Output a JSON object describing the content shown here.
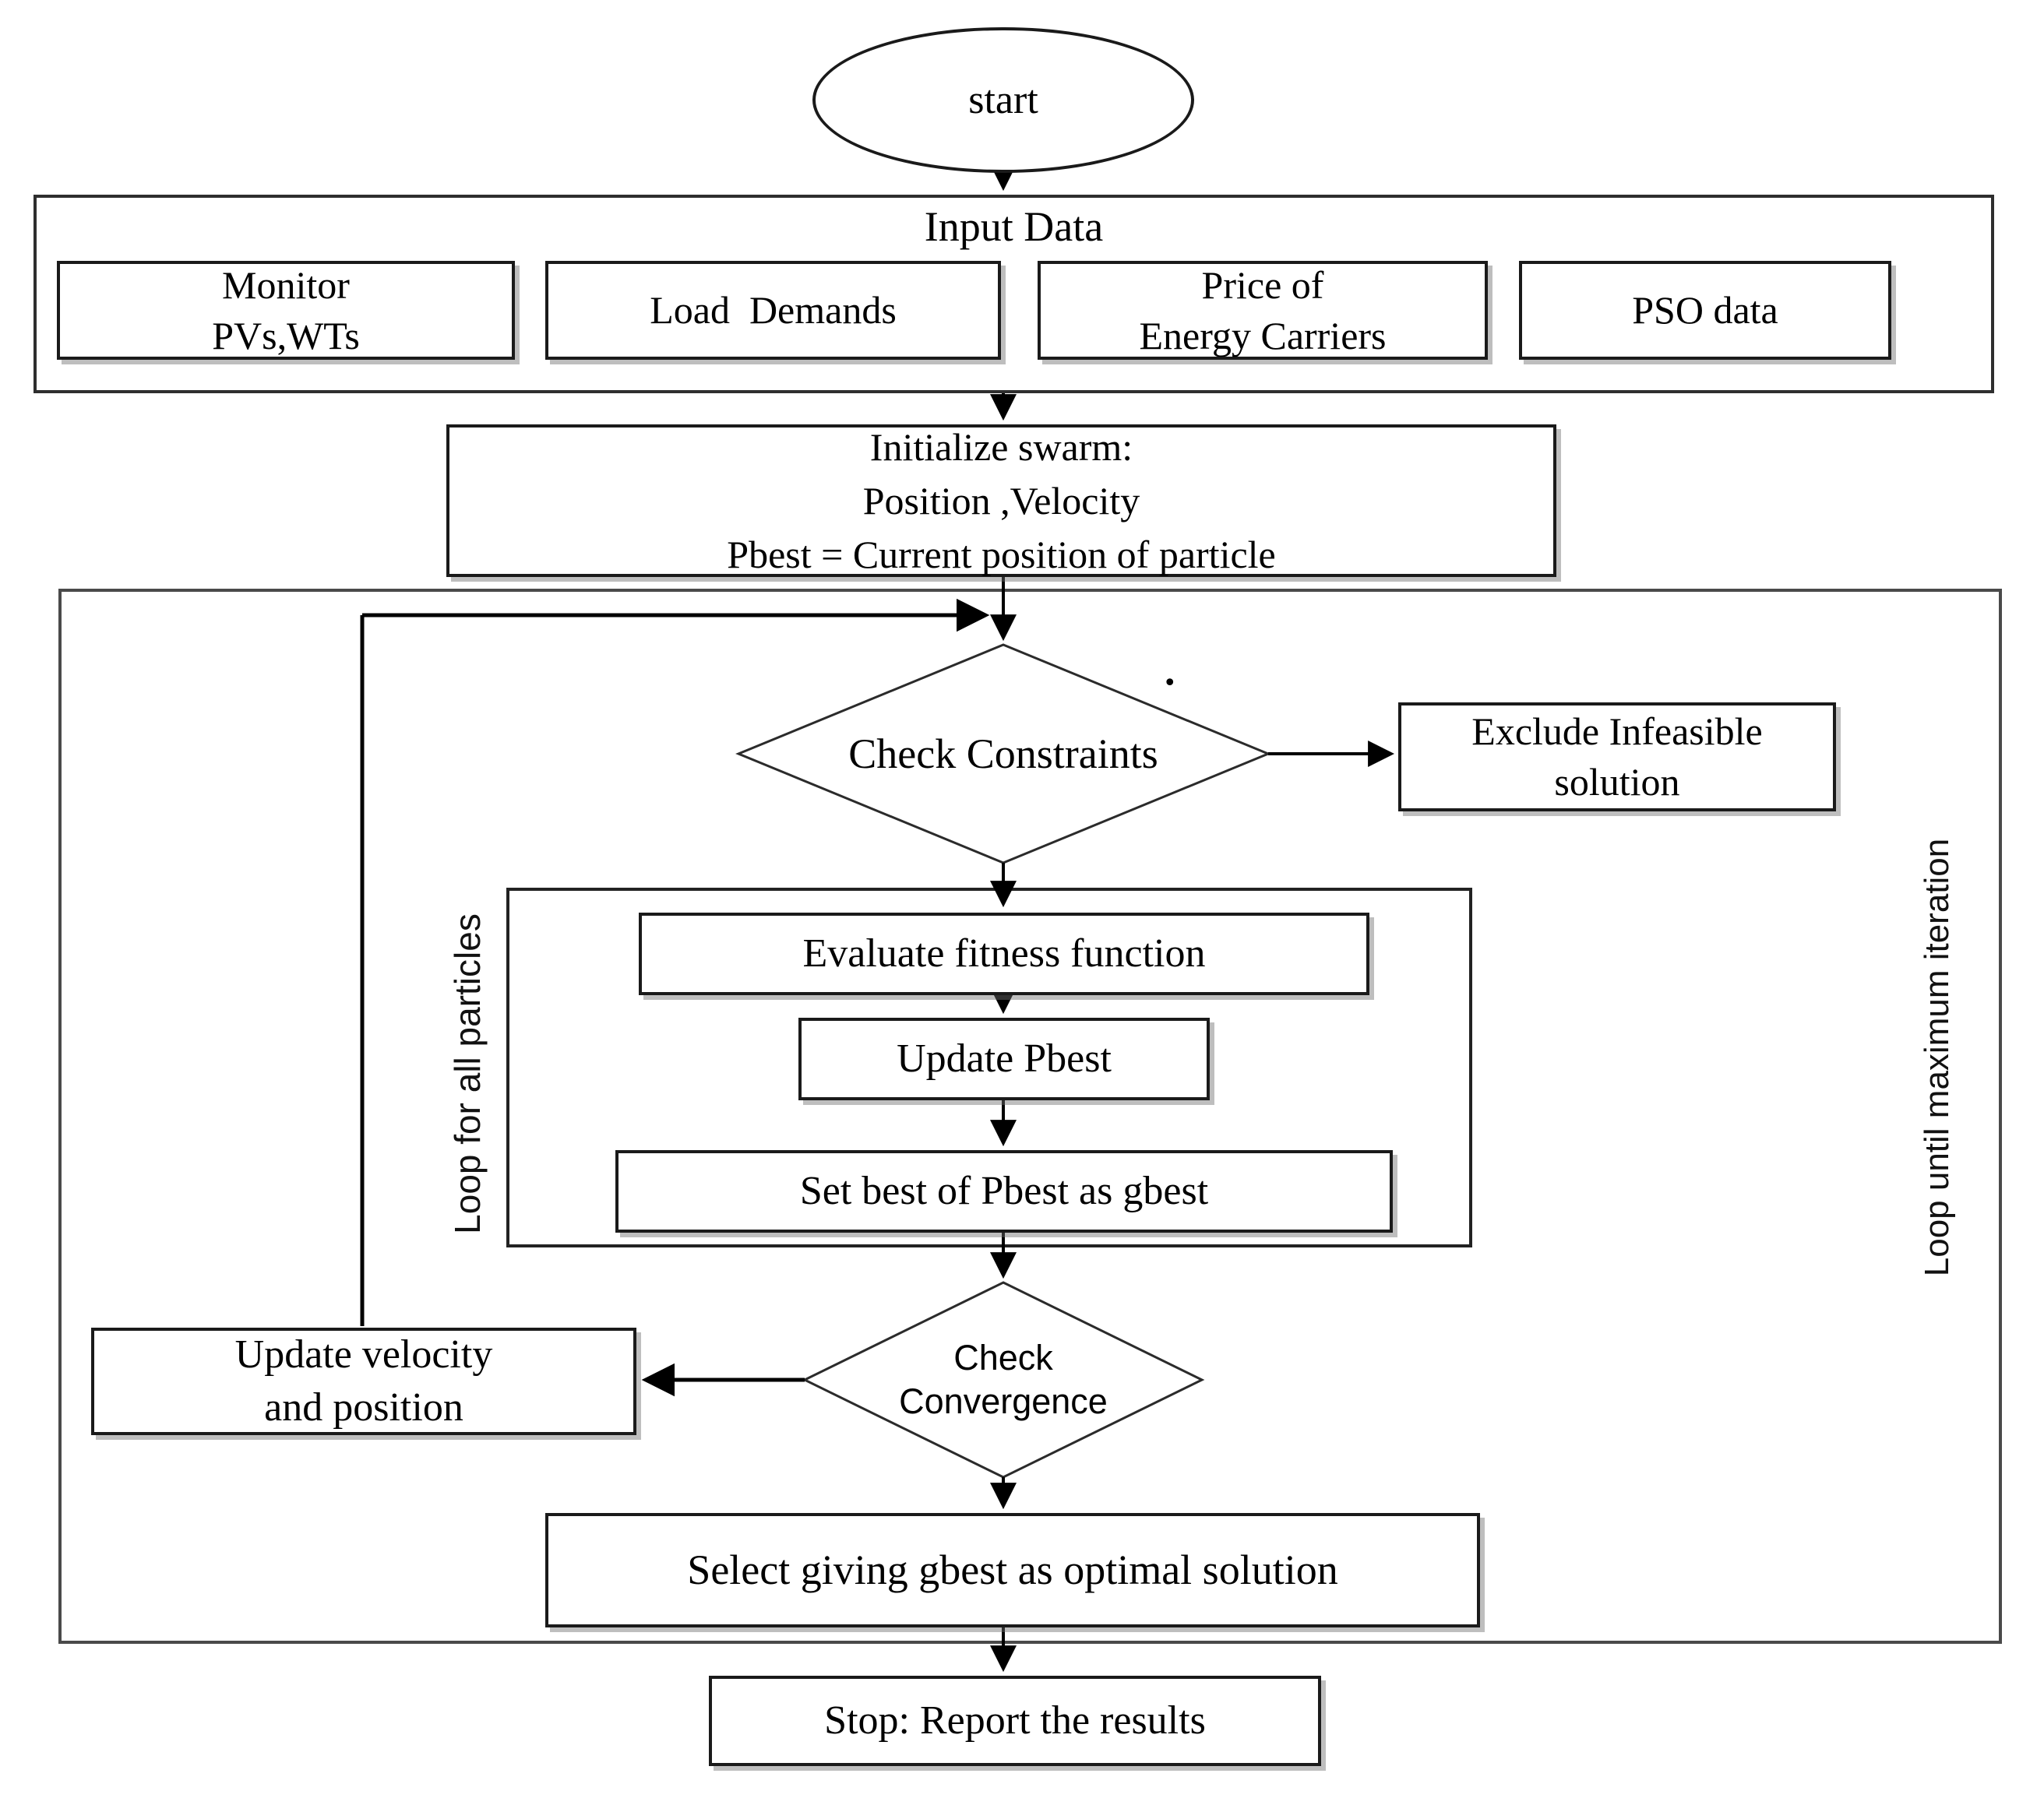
{
  "colors": {
    "ink": "#000000",
    "background": "#ffffff"
  },
  "flowchart": {
    "start": "start",
    "input": {
      "label": "Input Data",
      "items": [
        "Monitor\nPVs,WTs",
        "Load  Demands",
        "Price of\nEnergy Carriers",
        "PSO data"
      ]
    },
    "initialize": "Initialize swarm:\nPosition ,Velocity\nPbest = Current position of particle",
    "check_constraints": "Check Constraints",
    "exclude_infeasible": "Exclude Infeasible\nsolution",
    "loop_particles_label": "Loop for all particles",
    "evaluate_fitness": "Evaluate fitness function",
    "update_pbest": "Update Pbest",
    "set_gbest": "Set best of Pbest as gbest",
    "check_convergence": "Check\nConvergence",
    "update_velocity": "Update velocity\nand position",
    "select_gbest": "Select giving gbest as optimal solution",
    "loop_iteration_label": "Loop until maximum iteration",
    "stop": "Stop: Report the results",
    "artifact_dot": "."
  }
}
